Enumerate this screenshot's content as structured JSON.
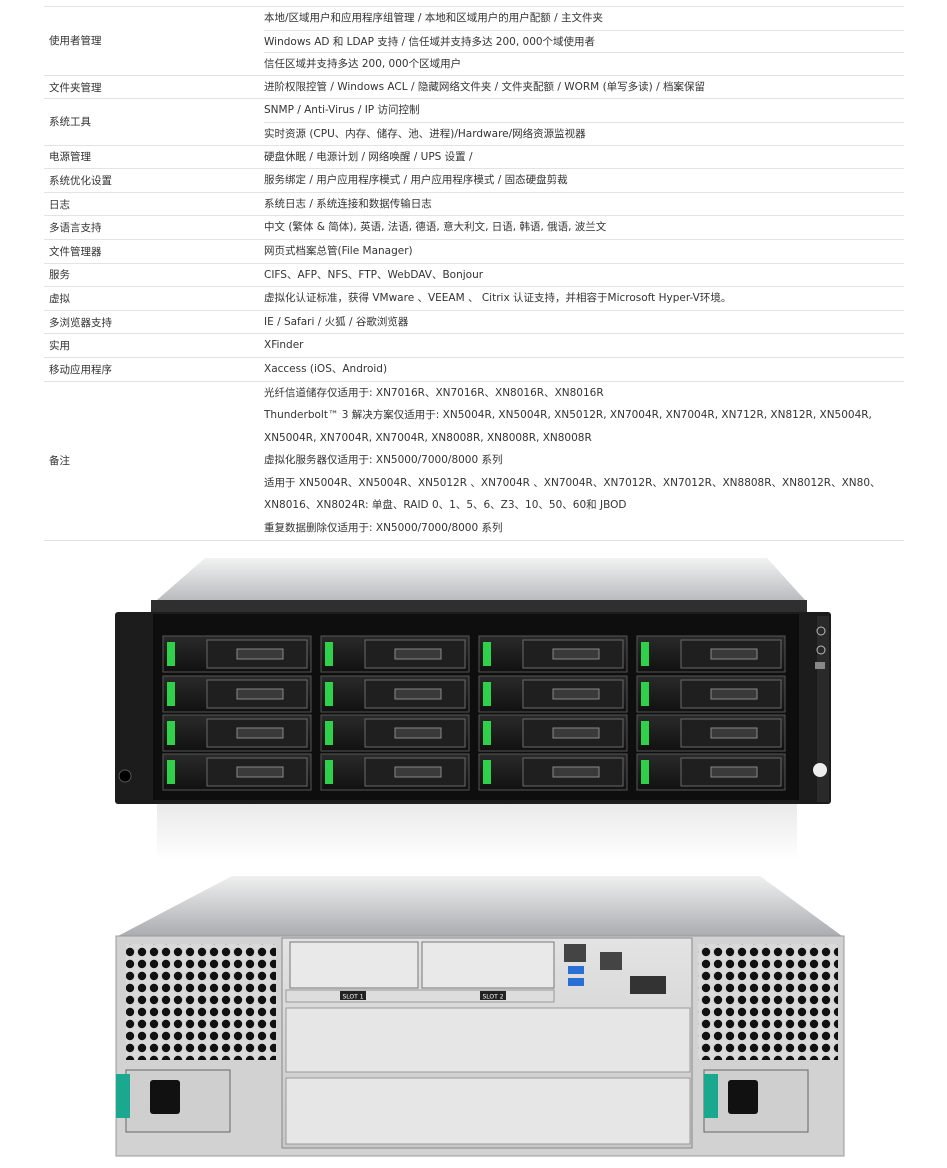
{
  "spec_rows": [
    {
      "label": "使用者管理",
      "values": [
        "本地/区域用户和应用程序组管理 / 本地和区域用户的用户配额 / 主文件夹",
        "Windows AD 和 LDAP 支持 / 信任域并支持多达 200, 000个域使用者",
        "信任区域并支持多达 200, 000个区域用户"
      ]
    },
    {
      "label": "文件夹管理",
      "values": [
        "进阶权限控管 / Windows ACL / 隐藏网络文件夹 / 文件夹配额 / WORM (单写多读) / 档案保留"
      ]
    },
    {
      "label": "系统工具",
      "values": [
        "SNMP / Anti-Virus / IP 访问控制",
        "实时资源 (CPU、内存、储存、池、进程)/Hardware/网络资源监视器"
      ]
    },
    {
      "label": "电源管理",
      "values": [
        "硬盘休眠 / 电源计划 / 网络唤醒 / UPS 设置 /"
      ]
    },
    {
      "label": "系统优化设置",
      "values": [
        "服务绑定 / 用户应用程序模式 / 用户应用程序模式 / 固态硬盘剪裁"
      ]
    },
    {
      "label": "日志",
      "values": [
        "系统日志 / 系统连接和数据传输日志"
      ]
    },
    {
      "label": "多语言支持",
      "values": [
        "中文 (繁体 & 简体), 英语, 法语, 德语, 意大利文, 日语, 韩语, 俄语, 波兰文"
      ]
    },
    {
      "label": "文件管理器",
      "values": [
        "网页式档案总管(File Manager)"
      ]
    },
    {
      "label": "服务",
      "values": [
        "CIFS、AFP、NFS、FTP、WebDAV、Bonjour"
      ]
    },
    {
      "label": "虚拟",
      "values": [
        "虚拟化认证标准，获得 VMware 、VEEAM 、 Citrix 认证支持，并相容于Microsoft Hyper-V环境。"
      ]
    },
    {
      "label": "多浏览器支持",
      "values": [
        "IE / Safari / 火狐 / 谷歌浏览器"
      ]
    },
    {
      "label": "实用",
      "values": [
        "XFinder"
      ]
    },
    {
      "label": "移动应用程序",
      "values": [
        "Xaccess (iOS、Android)"
      ]
    },
    {
      "label": "备注",
      "nolines": true,
      "values": [
        "光纤信道储存仅适用于: XN7016R、XN7016R、XN8016R、XN8016R",
        "Thunderbolt™ 3 解决方案仅适用于: XN5004R, XN5004R, XN5012R, XN7004R, XN7004R, XN712R, XN812R, XN5004R,",
        "XN5004R, XN7004R, XN7004R, XN8008R, XN8008R, XN8008R",
        "虚拟化服务器仅适用于: XN5000/7000/8000 系列",
        "适用于 XN5004R、XN5004R、XN5012R 、XN7004R 、XN7004R、XN7012R、XN7012R、XN8808R、XN8012R、XN80、",
        "XN8016、XN8024R: 单盘、RAID 0、1、5、6、Z3、10、50、60和 JBOD",
        "重复数据删除仅适用于: XN5000/7000/8000 系列"
      ]
    }
  ],
  "product_images": {
    "rear_slot_labels": [
      "SLOT 1",
      "SLOT 2"
    ]
  }
}
